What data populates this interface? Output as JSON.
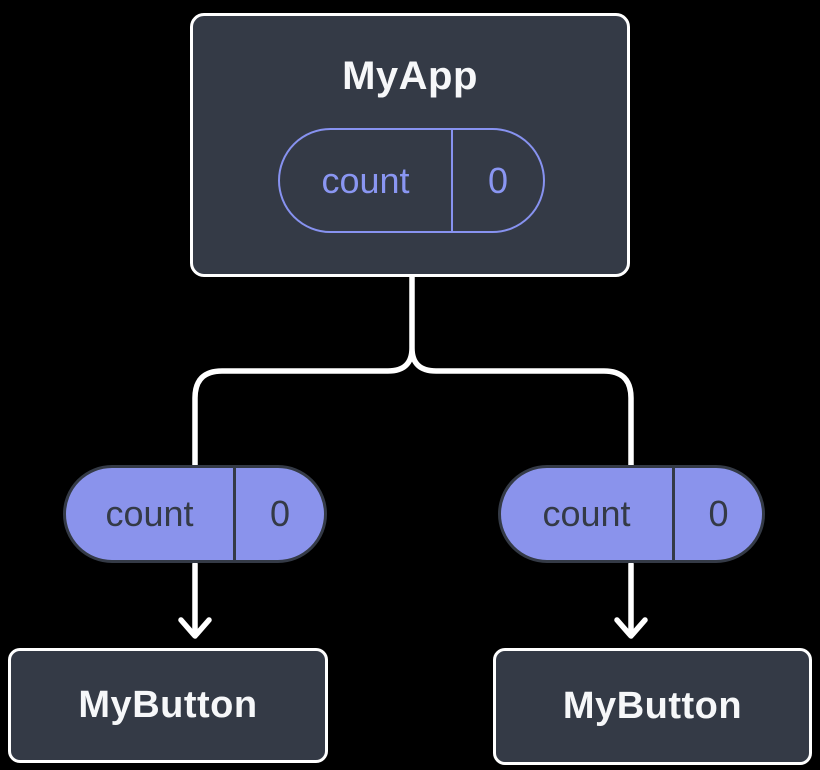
{
  "diagram": {
    "background_color": "#000000",
    "node_fill_color": "#343A46",
    "node_border_color": "#FFFFFF",
    "connector_color": "#FFFFFF",
    "accent_purple_fill": "#8A93EC",
    "accent_purple_outline": "#8792F0",
    "text_light_color": "#F6F7F9",
    "text_dark_color": "#343A46",
    "root": {
      "title": "MyApp",
      "state_pill": {
        "label": "count",
        "value": "0"
      }
    },
    "children": [
      {
        "title": "MyButton",
        "prop_pill": {
          "label": "count",
          "value": "0"
        }
      },
      {
        "title": "MyButton",
        "prop_pill": {
          "label": "count",
          "value": "0"
        }
      }
    ]
  }
}
